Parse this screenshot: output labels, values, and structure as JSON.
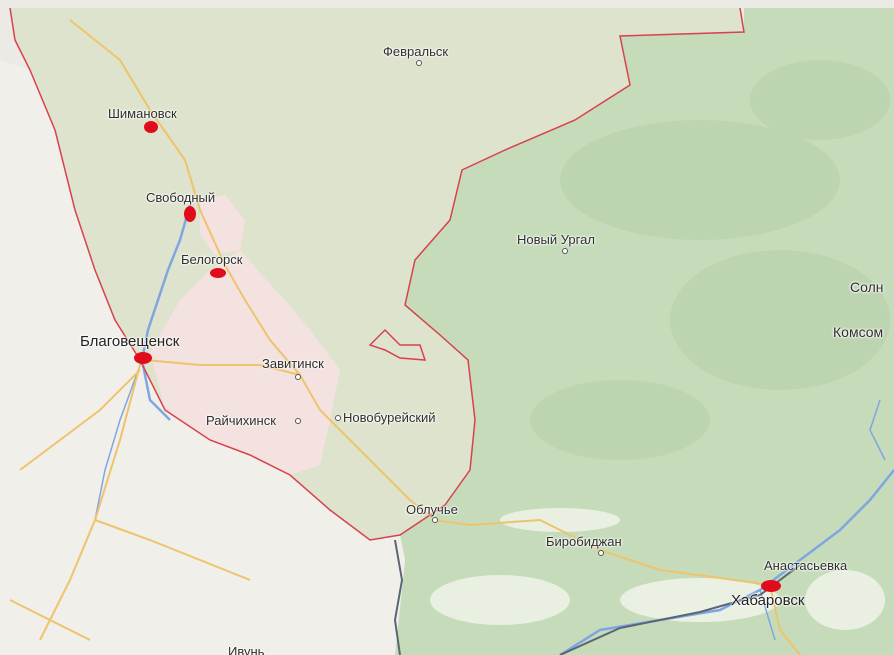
{
  "map": {
    "labels": {
      "fevralsk": "Февральск",
      "shimanovsk": "Шимановск",
      "svobodny": "Свободный",
      "belogorsk": "Белогорск",
      "blagoveshchensk": "Благовещенск",
      "zavitinsk": "Завитинск",
      "raichikhinsk": "Райчихинск",
      "novobureysky": "Новобурейский",
      "novy_urgal": "Новый Ургал",
      "obluchye": "Облучье",
      "birobidzhan": "Биробиджан",
      "anastasyevka": "Анастасьевка",
      "khabarovsk": "Хабаровск",
      "ivun": "Ивунь",
      "soln_partial": "Солн",
      "komsom_partial": "Комсом"
    },
    "colors": {
      "base_land": "#eceae4",
      "amur_region_fill": "#dde3cc",
      "forest": "#c5dbb9",
      "urban_pink": "#f3e2df",
      "border_red": "#d9414e",
      "national_border": "#5a6675",
      "water": "#7fa6e0",
      "road": "#efc36c",
      "marker": "#e00c1c"
    }
  }
}
